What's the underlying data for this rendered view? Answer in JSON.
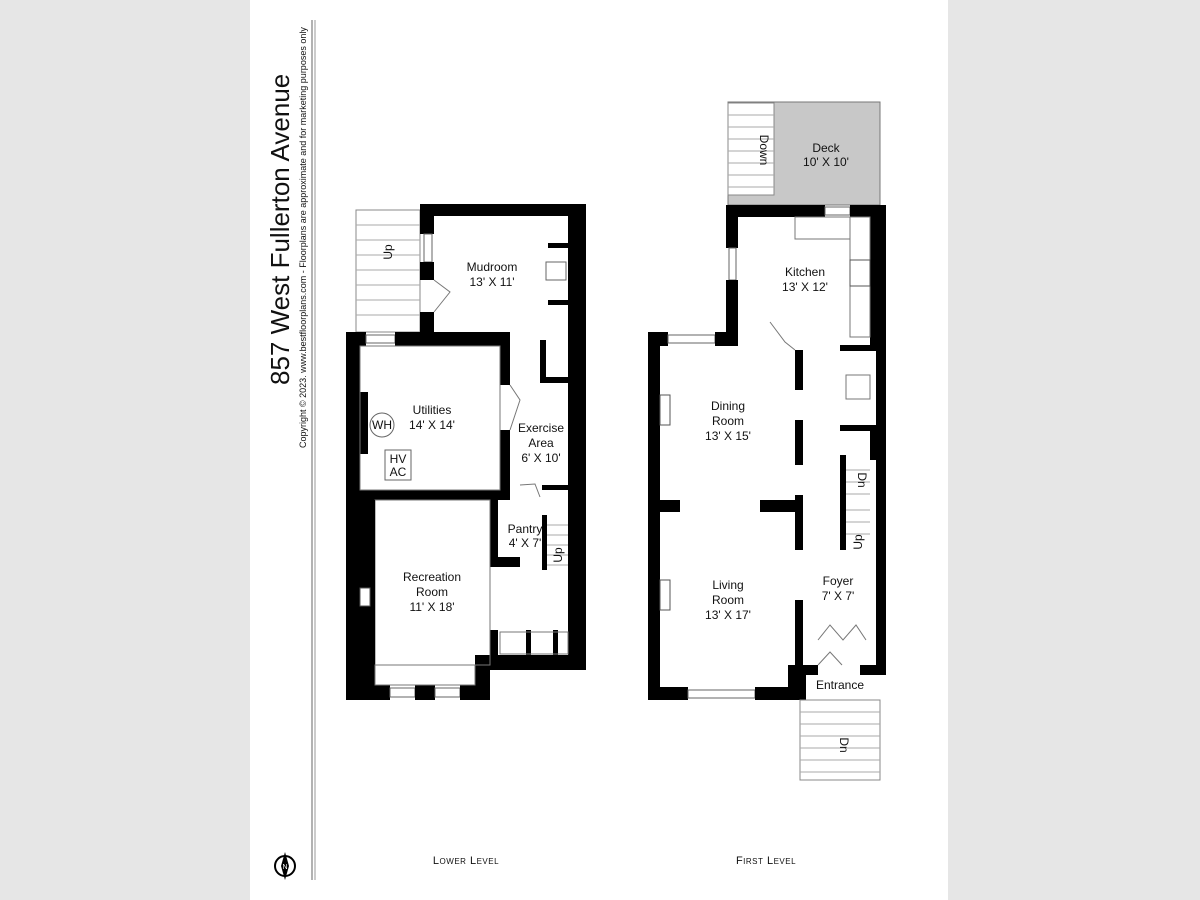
{
  "header": {
    "title": "857 West Fullerton Avenue",
    "copyright": "Copyright © 2023. www.bestfloorplans.com - Floorplans are approximate and for marketing purposes only"
  },
  "compass": {
    "label": "N"
  },
  "lower_level": {
    "label": "Lower Level",
    "rooms": [
      {
        "name": "Mudroom",
        "size": "13' X 11'"
      },
      {
        "name": "Utilities",
        "size": "14' X 14'"
      },
      {
        "name": "Exercise Area",
        "line1": "Exercise",
        "line2": "Area",
        "size": "6' X 10'"
      },
      {
        "name": "Pantry",
        "size": "4' X 7'"
      },
      {
        "name": "Recreation Room",
        "line1": "Recreation",
        "line2": "Room",
        "size": "11' X 18'"
      }
    ],
    "fixtures": {
      "water_heater": "WH",
      "hvac_line1": "HV",
      "hvac_line2": "AC"
    },
    "stairs": [
      "Up",
      "Up"
    ]
  },
  "first_level": {
    "label": "First Level",
    "rooms": [
      {
        "name": "Deck",
        "size": "10' X 10'"
      },
      {
        "name": "Kitchen",
        "size": "13' X 12'"
      },
      {
        "name": "Dining Room",
        "line1": "Dining",
        "line2": "Room",
        "size": "13' X 15'"
      },
      {
        "name": "Living Room",
        "line1": "Living",
        "line2": "Room",
        "size": "13' X 17'"
      },
      {
        "name": "Foyer",
        "size": "7' X 7'"
      },
      {
        "name": "Entrance"
      }
    ],
    "stairs": [
      "Down",
      "Dn",
      "Up",
      "Dn"
    ]
  },
  "colors": {
    "page_bg": "#e6e6e6",
    "sheet": "#ffffff",
    "wall": "#000000",
    "deck": "#c8c8c8"
  }
}
